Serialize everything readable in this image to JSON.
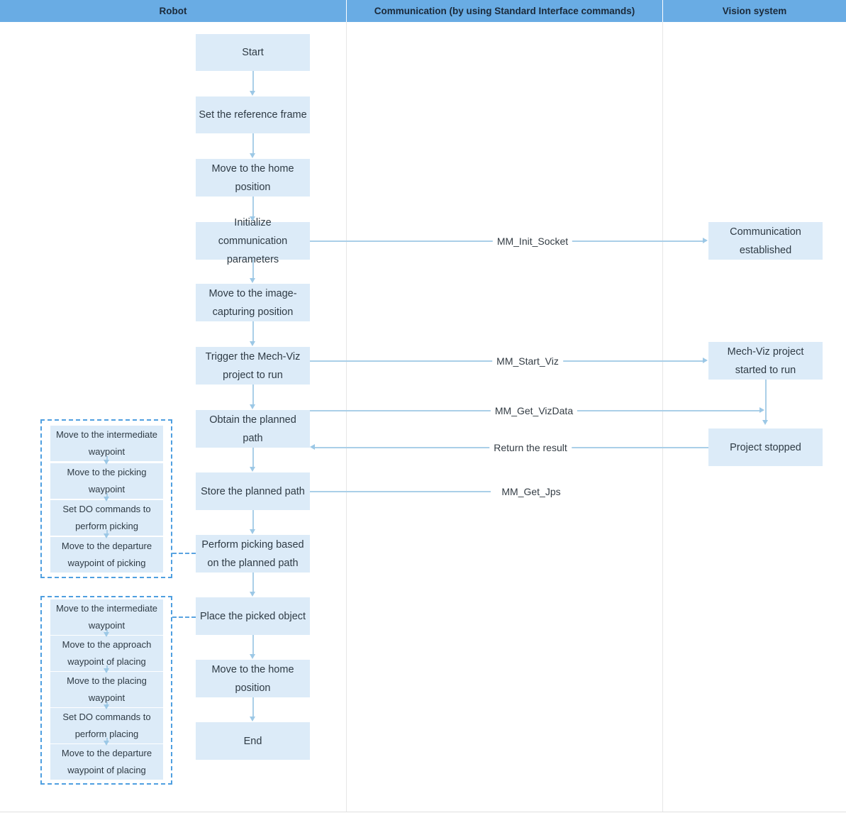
{
  "header": {
    "columns": [
      {
        "id": "robot",
        "label": "Robot"
      },
      {
        "id": "communication",
        "label": "Communication (by using Standard Interface commands)"
      },
      {
        "id": "vision",
        "label": "Vision system"
      }
    ],
    "band_color": "#69ace4",
    "text_color": "#1b2a3a"
  },
  "theme": {
    "node_fill": "#dcebf8",
    "node_text": "#2f3b45",
    "connector": "#aacfe8",
    "dashed_border": "#4f9fe0",
    "lane_divider": "#e6e6e6",
    "page_background": "#ffffff"
  },
  "robot_lane": {
    "nodes": [
      {
        "id": "start",
        "label": "Start"
      },
      {
        "id": "set-reference-frame",
        "label": "Set the reference frame"
      },
      {
        "id": "move-home-1",
        "label": "Move to the home position"
      },
      {
        "id": "init-communication",
        "label": "Initialize communication parameters"
      },
      {
        "id": "move-image-capturing",
        "label": "Move to the image-capturing position"
      },
      {
        "id": "trigger-mechviz",
        "label": "Trigger the Mech-Viz project to run"
      },
      {
        "id": "obtain-planned-path",
        "label": "Obtain the planned path"
      },
      {
        "id": "store-planned-path",
        "label": "Store the planned path"
      },
      {
        "id": "perform-picking",
        "label": "Perform picking based on the planned path"
      },
      {
        "id": "place-object",
        "label": "Place the picked object"
      },
      {
        "id": "move-home-2",
        "label": "Move to the home position"
      },
      {
        "id": "end",
        "label": "End"
      }
    ]
  },
  "picking_group": {
    "id": "picking-detail-group",
    "steps": [
      {
        "id": "picking-intermediate",
        "label": "Move to the intermediate waypoint"
      },
      {
        "id": "picking-waypoint",
        "label": "Move to the picking waypoint"
      },
      {
        "id": "picking-set-do",
        "label": "Set DO commands to perform picking"
      },
      {
        "id": "picking-departure",
        "label": "Move to the departure waypoint of picking"
      }
    ]
  },
  "placing_group": {
    "id": "placing-detail-group",
    "steps": [
      {
        "id": "placing-intermediate",
        "label": "Move to the intermediate waypoint"
      },
      {
        "id": "placing-approach",
        "label": "Move to the approach waypoint of placing"
      },
      {
        "id": "placing-waypoint",
        "label": "Move to the placing waypoint"
      },
      {
        "id": "placing-set-do",
        "label": "Set DO commands to perform placing"
      },
      {
        "id": "placing-departure",
        "label": "Move to the departure waypoint of placing"
      }
    ]
  },
  "vision_lane": {
    "nodes": [
      {
        "id": "communication-established",
        "label": "Communication established"
      },
      {
        "id": "mechviz-started",
        "label": "Mech-Viz project started to run"
      },
      {
        "id": "project-stopped",
        "label": "Project stopped"
      }
    ]
  },
  "messages": [
    {
      "id": "mm-init-socket",
      "label": "MM_Init_Socket",
      "direction": "right"
    },
    {
      "id": "mm-start-viz",
      "label": "MM_Start_Viz",
      "direction": "right"
    },
    {
      "id": "mm-get-vizdata",
      "label": "MM_Get_VizData",
      "direction": "right"
    },
    {
      "id": "return-the-result",
      "label": "Return the result",
      "direction": "left"
    },
    {
      "id": "mm-get-jps",
      "label": "MM_Get_Jps",
      "direction": "right"
    }
  ]
}
